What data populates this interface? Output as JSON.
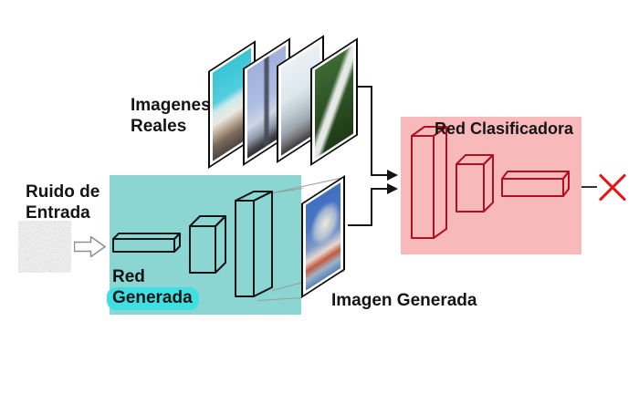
{
  "diagram": {
    "input_noise_label": {
      "line1": "Ruido de",
      "line2": "Entrada"
    },
    "real_images_label": {
      "line1": "Imagenes",
      "line2": "Reales"
    },
    "generator_label": {
      "line1": "Red",
      "line2": "Generada"
    },
    "generated_image_label": "Imagen Generada",
    "classifier_label": "Red Clasificadora"
  },
  "icons": {
    "noise_input": "noise-texture-icon",
    "flow": "hollow-right-arrow-icon",
    "reject": "red-x-mark-icon",
    "real_images": "stacked-photo-panels",
    "generated_image": "photo-panel"
  },
  "colors": {
    "generator_box_bg": "#8bd6d2",
    "generator_label_highlight": "#3fe0e3",
    "classifier_box_bg": "#f8b9bb",
    "generator_outline": "#141414",
    "classifier_outline": "#b01020",
    "reject_x": "#e81414",
    "arrow": "#141414",
    "connector": "#333333",
    "projection_line": "#9a9a9a"
  }
}
